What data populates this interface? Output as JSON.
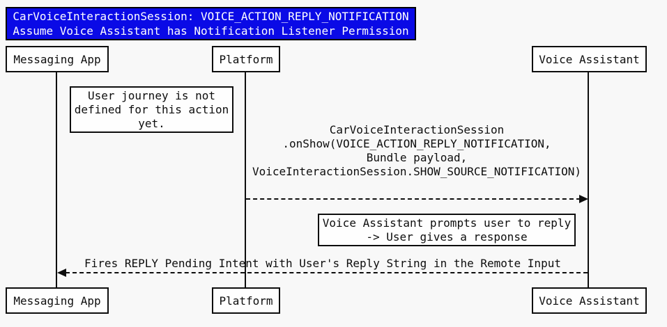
{
  "page": {
    "background_color": "#f8f8f8",
    "line_color": "#0d0d0d"
  },
  "title": {
    "text": "CarVoiceInteractionSession: VOICE_ACTION_REPLY_NOTIFICATION\nAssume Voice Assistant has Notification Listener Permission",
    "bg_color": "#0a0ae6",
    "text_color": "#ffffff"
  },
  "actors": {
    "messaging_app": "Messaging App",
    "platform": "Platform",
    "voice_assistant": "Voice Assistant"
  },
  "notes": {
    "user_journey": "User journey is not\ndefined for this action\nyet.",
    "assistant_prompt": "Voice Assistant prompts user to reply\n-> User gives a response"
  },
  "messages": {
    "msg1": {
      "from": "Platform",
      "to": "Voice Assistant",
      "line_style": "dashed",
      "label": "CarVoiceInteractionSession\n.onShow(VOICE_ACTION_REPLY_NOTIFICATION,\nBundle payload,\nVoiceInteractionSession.SHOW_SOURCE_NOTIFICATION)"
    },
    "msg2": {
      "from": "Voice Assistant",
      "to": "Messaging App",
      "line_style": "dashed",
      "label": "Fires REPLY Pending Intent with User's Reply String in the Remote Input"
    }
  }
}
